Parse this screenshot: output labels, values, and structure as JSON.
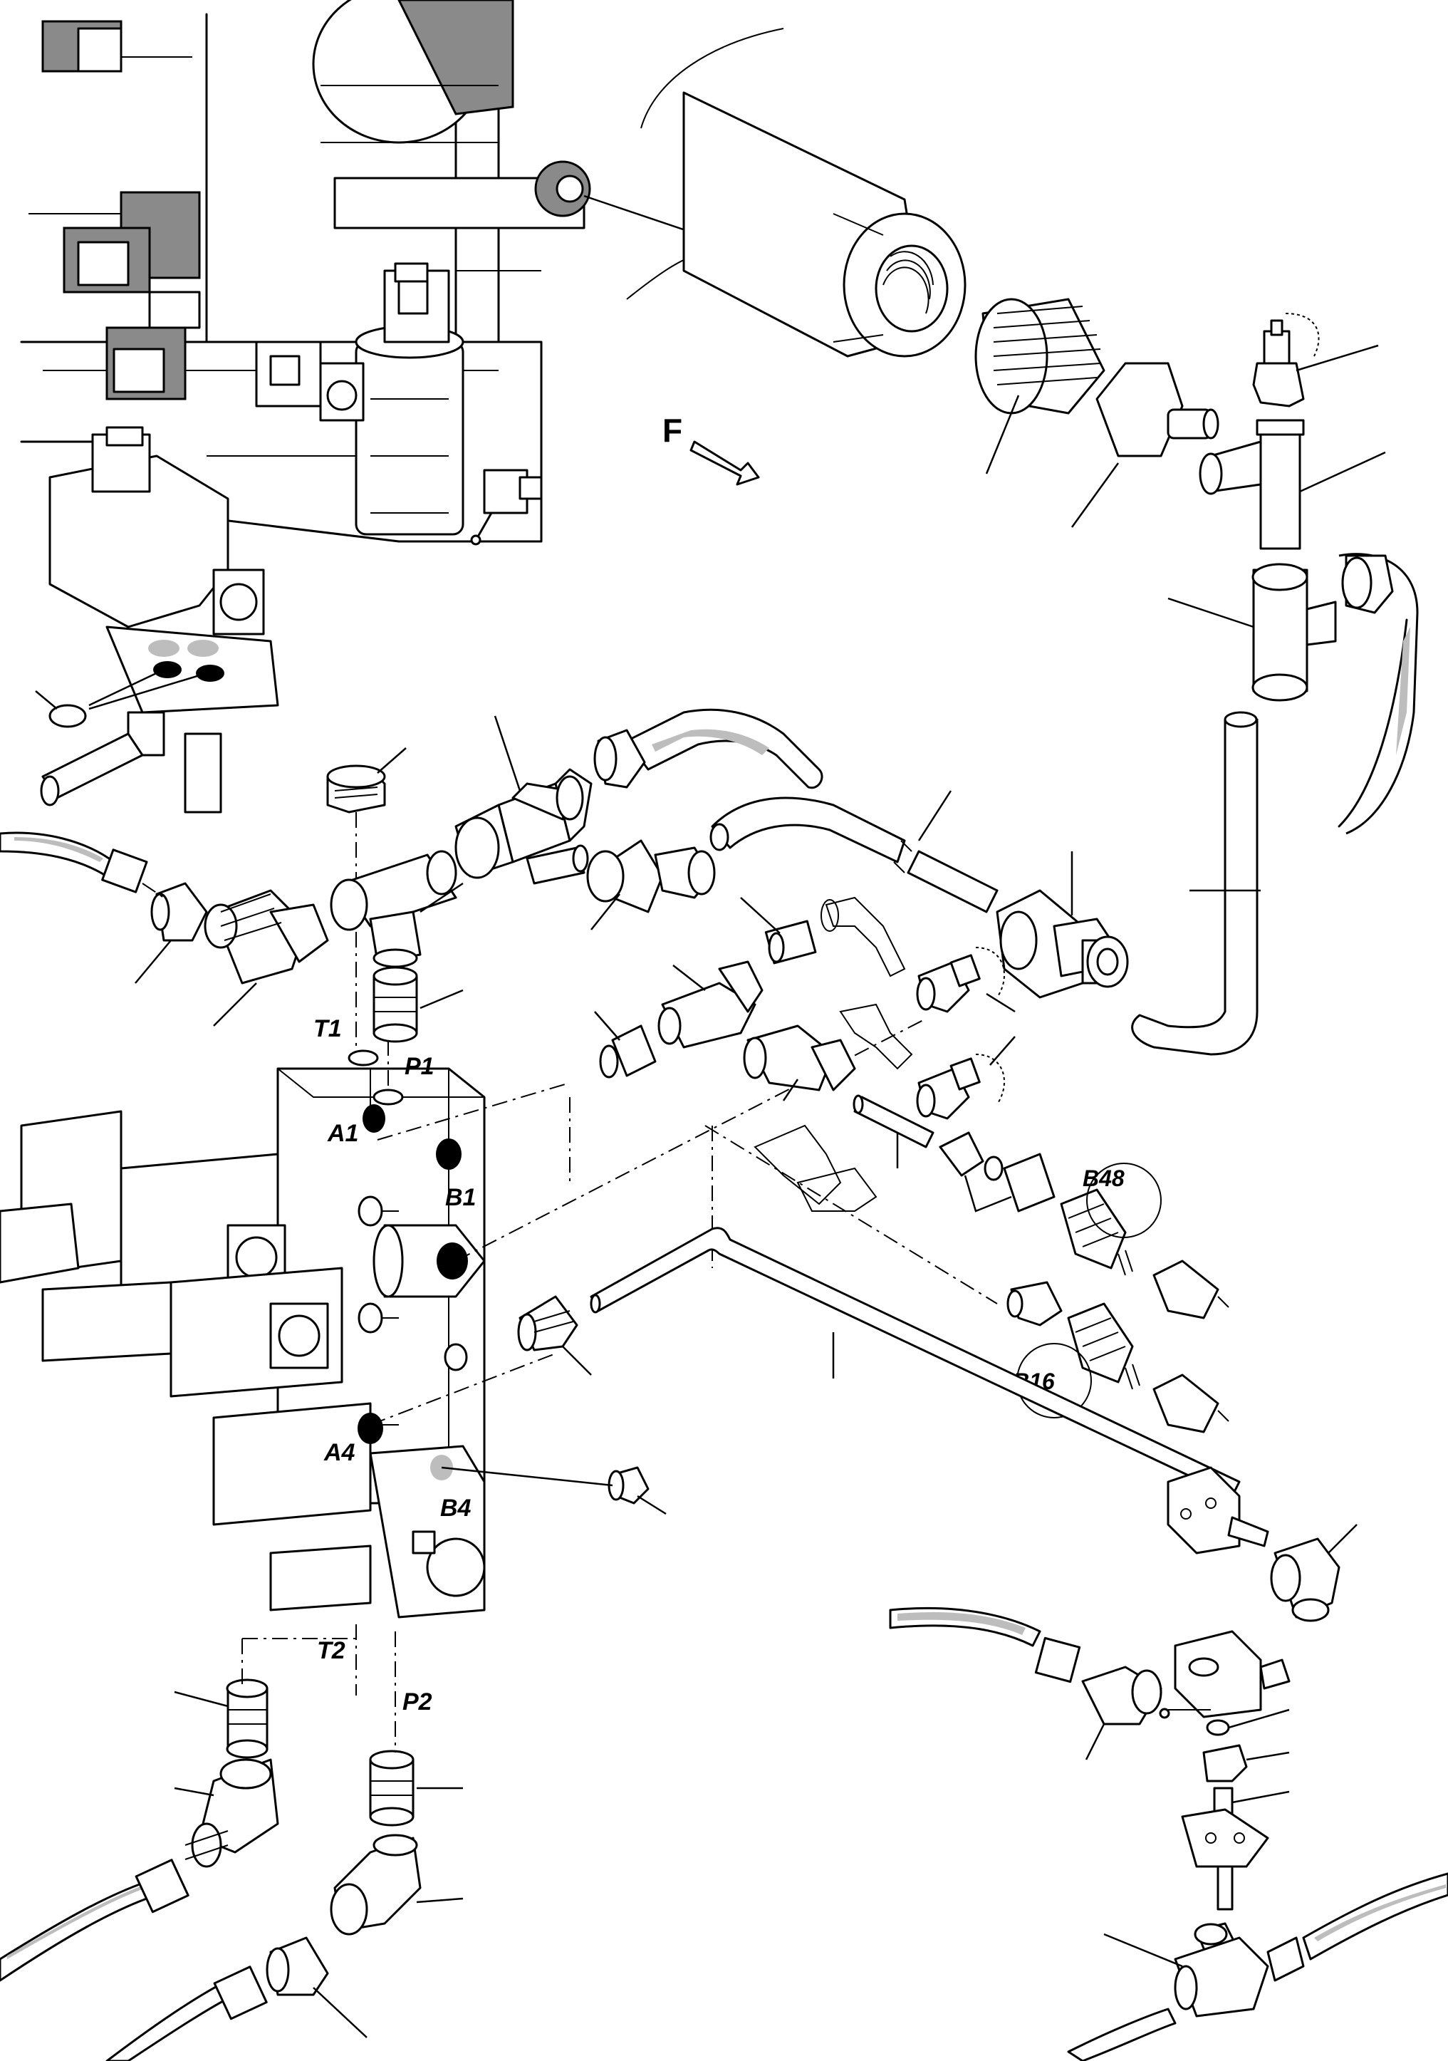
{
  "figure": {
    "orientation_marker": "F"
  },
  "port_labels": {
    "t1": "T1",
    "p1": "P1",
    "a1": "A1",
    "b1": "B1",
    "a4": "A4",
    "b4": "B4",
    "t2": "T2",
    "p2": "P2"
  },
  "connector_labels": {
    "b48": "B48",
    "b16": "B16"
  }
}
